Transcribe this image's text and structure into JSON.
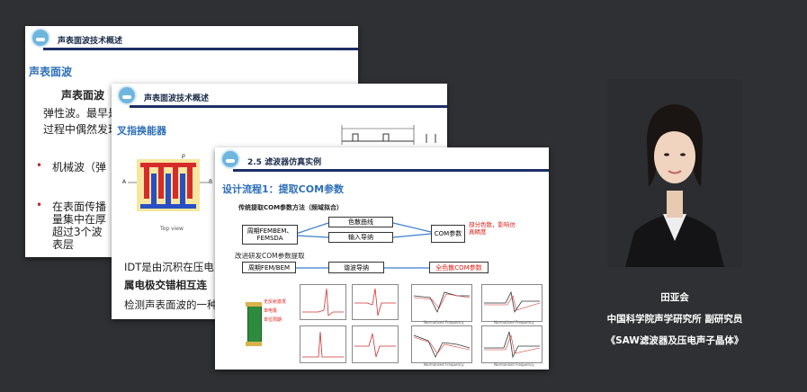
{
  "slide1": {
    "header_title": "声表面波技术概述",
    "section_title": "声表面波",
    "subtitle": "声表面波",
    "line1": "弹性波。最早是",
    "line2": "过程中偶然发现",
    "bullet_mark": "•",
    "bullet1": "机械波（弹",
    "bullet2_l1": "在表面传播",
    "bullet2_l2": "量集中在厚",
    "bullet2_l3": "超过3个波",
    "bullet2_l4": "表层"
  },
  "slide2": {
    "header_title": "声表面波技术概述",
    "section_title": "叉指换能器",
    "diagram_caption": "Top view",
    "label_a": "A",
    "label_b": "B",
    "label_p": "p",
    "line1": "IDT是由沉积在压电",
    "line2": "属电极交错相互连",
    "line3": "检测声表面波的一种"
  },
  "slide3": {
    "header_title": "2.5 滤波器仿真实例",
    "section_title": "设计流程1：提取COM参数",
    "traditional_label": "传统提取COM参数方法（频域拟合）",
    "box_fem": "周期FEMBEM、FEMSDA",
    "box_dispersion": "色散曲线",
    "box_admittance": "输入导纳",
    "box_com": "COM参数",
    "note_red": "部分色散，影响仿真精度",
    "improved_label": "改进研发COM参数提取",
    "box_fem2": "周期FEM/BEM",
    "box_harmonic": "谐波导纳",
    "box_full": "全色散COM参数",
    "legend1": "无反射激发",
    "legend2": "单电极",
    "legend3": "单位周期",
    "axis_label": "Normalized Frequency"
  },
  "presenter": {
    "name": "田亚会",
    "affiliation": "中国科学院声学研究所 副研究员",
    "topic": "《SAW滤波器及压电声子晶体》"
  },
  "colors": {
    "background": "#2f3033",
    "header_bar": "#1d2f66",
    "section_blue": "#2d6fb8",
    "accent_red": "#e0201b"
  }
}
